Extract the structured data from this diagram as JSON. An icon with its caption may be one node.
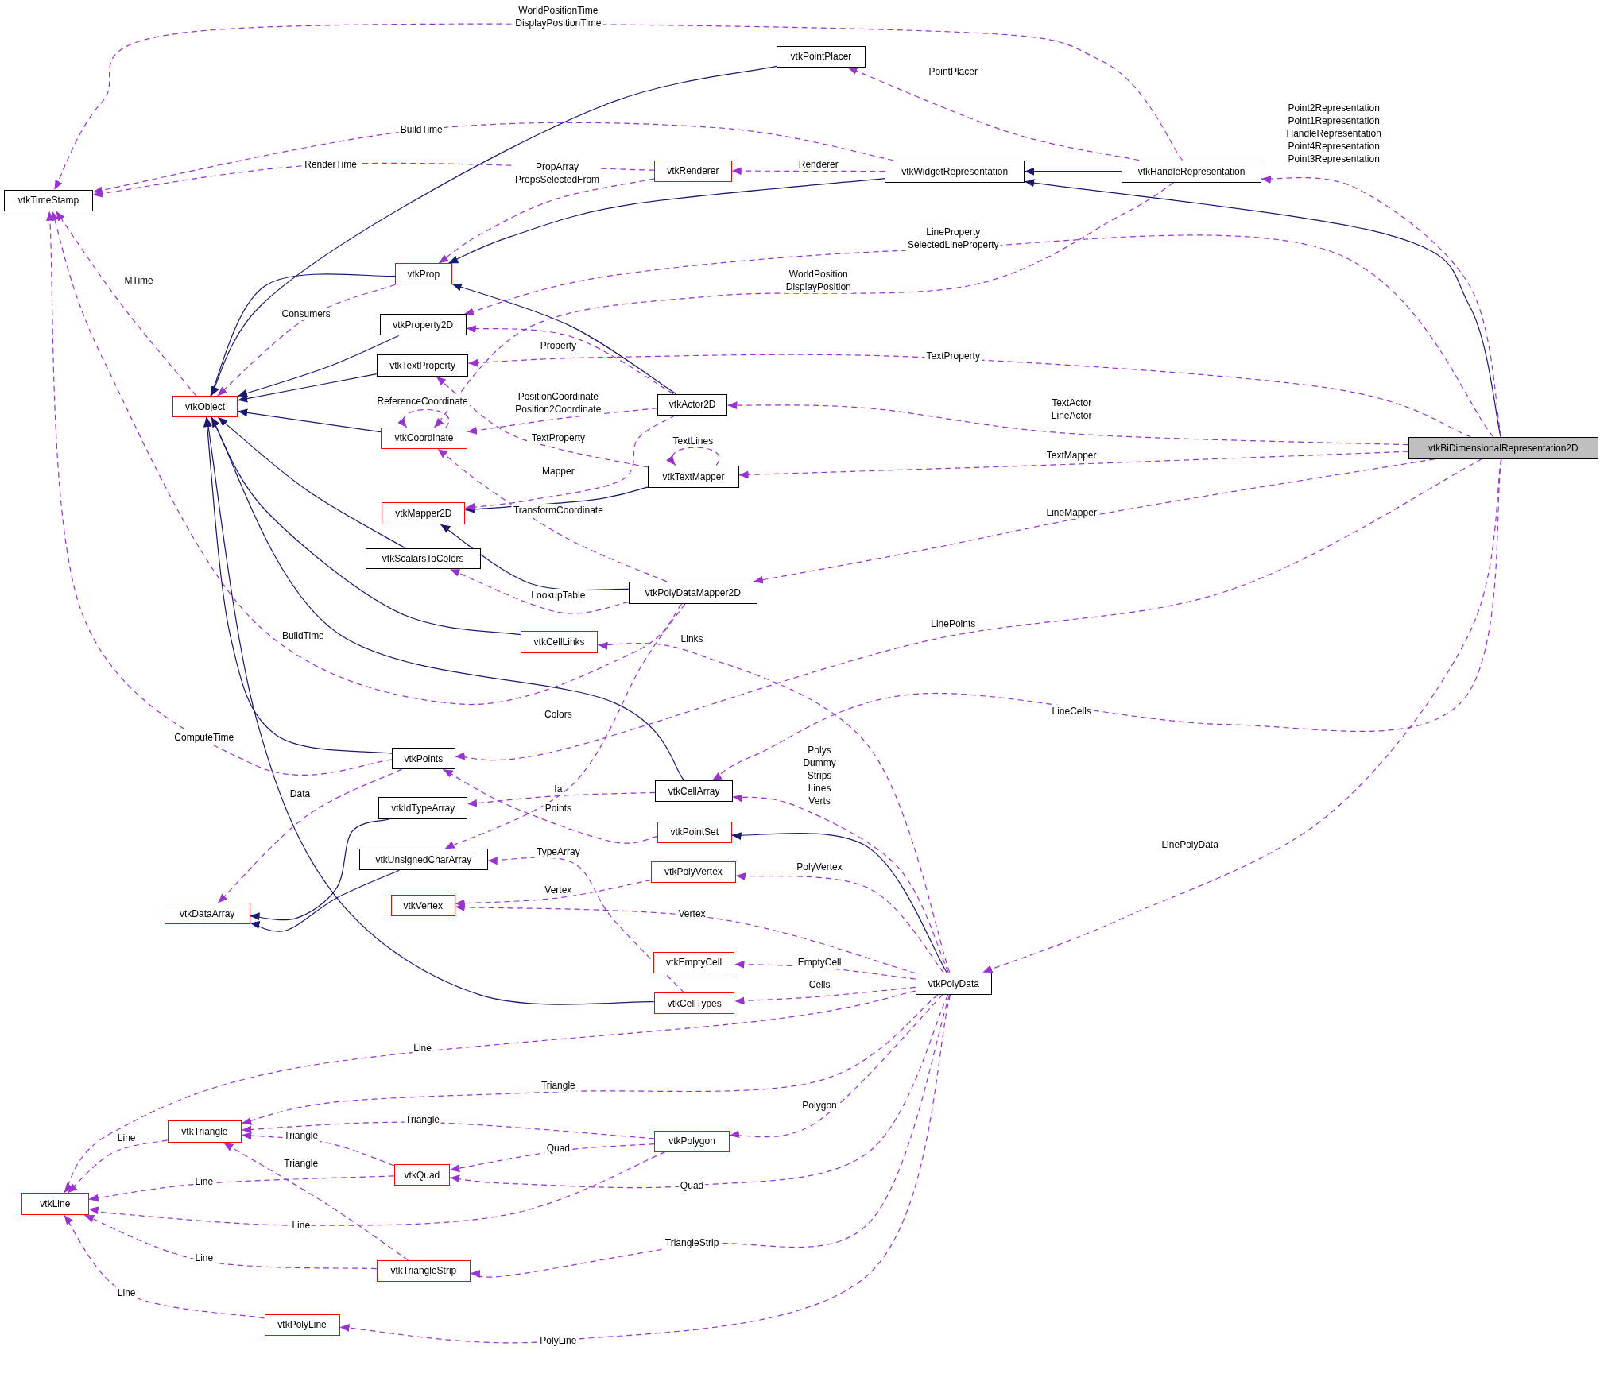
{
  "diagram": {
    "nodes": [
      {
        "text": [
          "vtkBiDimensionalRepresentation2D"
        ]
      },
      {
        "text": [
          "vtkHandleRepresentation"
        ]
      },
      {
        "text": [
          "vtkWidgetRepresentation"
        ]
      },
      {
        "text": [
          "vtkPointPlacer"
        ]
      },
      {
        "text": [
          "vtkTimeStamp"
        ]
      },
      {
        "text": [
          "vtkRenderer"
        ]
      },
      {
        "text": [
          "vtkProp"
        ]
      },
      {
        "text": [
          "vtkProperty2D"
        ]
      },
      {
        "text": [
          "vtkTextProperty"
        ]
      },
      {
        "text": [
          "vtkObject"
        ]
      },
      {
        "text": [
          "vtkCoordinate"
        ]
      },
      {
        "text": [
          "vtkActor2D"
        ]
      },
      {
        "text": [
          "vtkTextMapper"
        ]
      },
      {
        "text": [
          "vtkMapper2D"
        ]
      },
      {
        "text": [
          "vtkScalarsToColors"
        ]
      },
      {
        "text": [
          "vtkPolyDataMapper2D"
        ]
      },
      {
        "text": [
          "vtkCellLinks"
        ]
      },
      {
        "text": [
          "vtkPoints"
        ]
      },
      {
        "text": [
          "vtkCellArray"
        ]
      },
      {
        "text": [
          "vtkIdTypeArray"
        ]
      },
      {
        "text": [
          "vtkPointSet"
        ]
      },
      {
        "text": [
          "vtkUnsignedCharArray"
        ]
      },
      {
        "text": [
          "vtkPolyVertex"
        ]
      },
      {
        "text": [
          "vtkDataArray"
        ]
      },
      {
        "text": [
          "vtkVertex"
        ]
      },
      {
        "text": [
          "vtkEmptyCell"
        ]
      },
      {
        "text": [
          "vtkPolyData"
        ]
      },
      {
        "text": [
          "vtkCellTypes"
        ]
      },
      {
        "text": [
          "vtkTriangle"
        ]
      },
      {
        "text": [
          "vtkPolygon"
        ]
      },
      {
        "text": [
          "vtkQuad"
        ]
      },
      {
        "text": [
          "vtkLine"
        ]
      },
      {
        "text": [
          "vtkTriangleStrip"
        ]
      },
      {
        "text": [
          "vtkPolyLine"
        ]
      }
    ],
    "edges": [
      {
        "from": 1,
        "to": 2,
        "arrow": "to",
        "color": "#191970"
      },
      {
        "from": 0,
        "to": 2,
        "arrow": "to",
        "color": "#191970"
      },
      {
        "from": 2,
        "to": 6,
        "arrow": "to",
        "color": "#191970"
      },
      {
        "from": 3,
        "to": 9,
        "arrow": "to",
        "color": "#191970"
      },
      {
        "from": 6,
        "to": 9,
        "arrow": "to",
        "color": "#191970"
      },
      {
        "from": 7,
        "to": 9,
        "arrow": "to",
        "color": "#191970"
      },
      {
        "from": 8,
        "to": 9,
        "arrow": "to",
        "color": "#191970"
      },
      {
        "from": 10,
        "to": 9,
        "arrow": "to",
        "color": "#191970"
      },
      {
        "from": 11,
        "to": 6,
        "arrow": "to",
        "color": "#191970"
      },
      {
        "from": 12,
        "to": 13,
        "arrow": "to",
        "color": "#191970"
      },
      {
        "from": 14,
        "to": 9,
        "arrow": "to",
        "color": "#191970"
      },
      {
        "from": 15,
        "to": 13,
        "arrow": "to",
        "color": "#191970"
      },
      {
        "from": 16,
        "to": 9,
        "arrow": "to",
        "color": "#191970"
      },
      {
        "from": 17,
        "to": 9,
        "arrow": "to",
        "color": "#191970"
      },
      {
        "from": 18,
        "to": 9,
        "arrow": "to",
        "color": "#191970"
      },
      {
        "from": 27,
        "to": 9,
        "arrow": "to",
        "color": "#191970"
      },
      {
        "from": 19,
        "to": 23,
        "arrow": "to",
        "color": "#191970"
      },
      {
        "from": 21,
        "to": 23,
        "arrow": "to",
        "color": "#191970"
      },
      {
        "from": 26,
        "to": 20,
        "arrow": "to",
        "color": "#191970"
      },
      {
        "from": 0,
        "to": 1,
        "arrow": "to",
        "style": "dashed",
        "label": "Point2Representation Point1Representation HandleRepresentation Point4Representation Point3Representation"
      },
      {
        "from": 1,
        "to": 3,
        "arrow": "to",
        "style": "dashed",
        "label": "PointPlacer"
      },
      {
        "from": 1,
        "to": 4,
        "arrow": "to",
        "style": "dashed",
        "label": "WorldPositionTime DisplayPositionTime"
      },
      {
        "from": 2,
        "to": 4,
        "arrow": "to",
        "style": "dashed",
        "label": "BuildTime"
      },
      {
        "from": 2,
        "to": 5,
        "arrow": "to",
        "style": "dashed",
        "label": "Renderer"
      },
      {
        "from": 5,
        "to": 4,
        "arrow": "to",
        "style": "dashed",
        "label": "RenderTime"
      },
      {
        "from": 5,
        "to": 6,
        "arrow": "to",
        "style": "dashed",
        "label": "PropArray PropsSelectedFrom"
      },
      {
        "from": 0,
        "to": 7,
        "arrow": "to",
        "style": "dashed",
        "label": "LineProperty SelectedLineProperty"
      },
      {
        "from": 1,
        "to": 10,
        "arrow": "to",
        "style": "dashed",
        "label": "WorldPosition DisplayPosition"
      },
      {
        "from": 6,
        "to": 9,
        "arrow": "to",
        "style": "dashed",
        "label": "Consumers"
      },
      {
        "from": 9,
        "to": 4,
        "arrow": "to",
        "style": "dashed",
        "label": "MTime"
      },
      {
        "from": 0,
        "to": 8,
        "arrow": "to",
        "style": "dashed",
        "label": "TextProperty"
      },
      {
        "from": 11,
        "to": 7,
        "arrow": "to",
        "style": "dashed",
        "label": "Property"
      },
      {
        "from": 11,
        "to": 10,
        "arrow": "to",
        "style": "dashed",
        "label": "PositionCoordinate Position2Coordinate"
      },
      {
        "from": 10,
        "to": 10,
        "arrow": "to",
        "style": "dashed",
        "label": "ReferenceCoordinate"
      },
      {
        "from": 0,
        "to": 11,
        "arrow": "to",
        "style": "dashed",
        "label": "TextActor LineActor"
      },
      {
        "from": 12,
        "to": 8,
        "arrow": "to",
        "style": "dashed",
        "label": "TextProperty"
      },
      {
        "from": 12,
        "to": 12,
        "arrow": "to",
        "style": "dashed",
        "label": "TextLines"
      },
      {
        "from": 0,
        "to": 12,
        "arrow": "to",
        "style": "dashed",
        "label": "TextMapper"
      },
      {
        "from": 11,
        "to": 13,
        "arrow": "to",
        "style": "dashed",
        "label": "Mapper"
      },
      {
        "from": 15,
        "to": 10,
        "arrow": "to",
        "style": "dashed",
        "label": "TransformCoordinate"
      },
      {
        "from": 15,
        "to": 14,
        "arrow": "to",
        "style": "dashed",
        "label": "LookupTable"
      },
      {
        "from": 0,
        "to": 15,
        "arrow": "to",
        "style": "dashed",
        "label": "LineMapper"
      },
      {
        "from": 15,
        "to": 4,
        "arrow": "to",
        "style": "dashed",
        "label": "BuildTime"
      },
      {
        "from": 15,
        "to": 21,
        "arrow": "to",
        "style": "dashed",
        "label": "Colors"
      },
      {
        "from": 26,
        "to": 16,
        "arrow": "to",
        "style": "dashed",
        "label": "Links"
      },
      {
        "from": 0,
        "to": 17,
        "arrow": "to",
        "style": "dashed",
        "label": "LinePoints"
      },
      {
        "from": 17,
        "to": 4,
        "arrow": "to",
        "style": "dashed",
        "label": "ComputeTime"
      },
      {
        "from": 17,
        "to": 23,
        "arrow": "to",
        "style": "dashed",
        "label": "Data"
      },
      {
        "from": 0,
        "to": 18,
        "arrow": "to",
        "style": "dashed",
        "label": "LineCells"
      },
      {
        "from": 18,
        "to": 19,
        "arrow": "to",
        "style": "dashed",
        "label": "Ia"
      },
      {
        "from": 20,
        "to": 17,
        "arrow": "to",
        "style": "dashed",
        "label": "Points"
      },
      {
        "from": 26,
        "to": 18,
        "arrow": "to",
        "style": "dashed",
        "label": "Polys Dummy Strips Lines Verts"
      },
      {
        "from": 27,
        "to": 21,
        "arrow": "to",
        "style": "dashed",
        "label": "TypeArray"
      },
      {
        "from": 26,
        "to": 22,
        "arrow": "to",
        "style": "dashed",
        "label": "PolyVertex"
      },
      {
        "from": 22,
        "to": 24,
        "arrow": "to",
        "style": "dashed",
        "label": "Vertex"
      },
      {
        "from": 26,
        "to": 24,
        "arrow": "to",
        "style": "dashed",
        "label": "Vertex"
      },
      {
        "from": 26,
        "to": 25,
        "arrow": "to",
        "style": "dashed",
        "label": "EmptyCell"
      },
      {
        "from": 26,
        "to": 27,
        "arrow": "to",
        "style": "dashed",
        "label": "Cells"
      },
      {
        "from": 0,
        "to": 26,
        "arrow": "to",
        "style": "dashed",
        "label": "LinePolyData"
      },
      {
        "from": 26,
        "to": 31,
        "arrow": "to",
        "style": "dashed",
        "label": "Line"
      },
      {
        "from": 26,
        "to": 28,
        "arrow": "to",
        "style": "dashed",
        "label": "Triangle"
      },
      {
        "from": 29,
        "to": 28,
        "arrow": "to",
        "style": "dashed",
        "label": "Triangle"
      },
      {
        "from": 30,
        "to": 28,
        "arrow": "to",
        "style": "dashed",
        "label": "Triangle"
      },
      {
        "from": 32,
        "to": 28,
        "arrow": "to",
        "style": "dashed",
        "label": "Triangle"
      },
      {
        "from": 28,
        "to": 31,
        "arrow": "to",
        "style": "dashed",
        "label": "Line"
      },
      {
        "from": 26,
        "to": 29,
        "arrow": "to",
        "style": "dashed",
        "label": "Polygon"
      },
      {
        "from": 29,
        "to": 30,
        "arrow": "to",
        "style": "dashed",
        "label": "Quad"
      },
      {
        "from": 26,
        "to": 30,
        "arrow": "to",
        "style": "dashed",
        "label": "Quad"
      },
      {
        "from": 30,
        "to": 31,
        "arrow": "to",
        "style": "dashed",
        "label": "Line"
      },
      {
        "from": 29,
        "to": 31,
        "arrow": "to",
        "style": "dashed",
        "label": "Line"
      },
      {
        "from": 32,
        "to": 31,
        "arrow": "to",
        "style": "dashed",
        "label": "Line"
      },
      {
        "from": 26,
        "to": 32,
        "arrow": "to",
        "style": "dashed",
        "label": "TriangleStrip"
      },
      {
        "from": 33,
        "to": 31,
        "arrow": "to",
        "style": "dashed",
        "label": "Line"
      },
      {
        "from": 26,
        "to": 33,
        "arrow": "to",
        "style": "dashed",
        "label": "PolyLine"
      }
    ]
  }
}
